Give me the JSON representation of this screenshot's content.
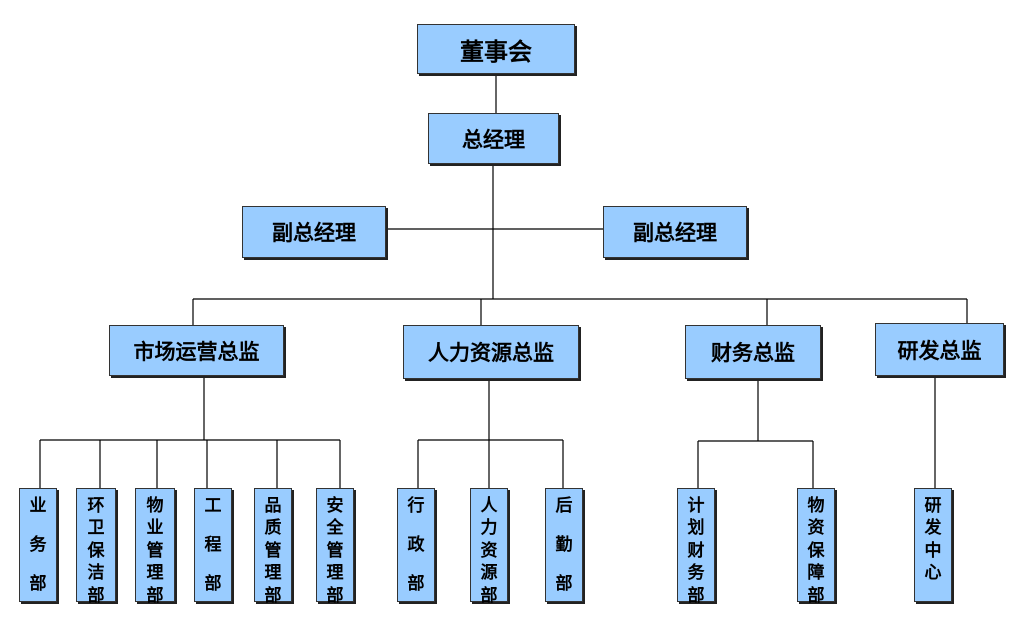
{
  "board": "董事会",
  "gm": "总经理",
  "vgm_left": "副总经理",
  "vgm_right": "副总经理",
  "directors": {
    "marketing": "市场运营总监",
    "hr": "人力资源总监",
    "finance": "财务总监",
    "rnd": "研发总监"
  },
  "departments": {
    "business": "业务部",
    "sanitation": "环卫保洁部",
    "property": "物业管理部",
    "engineering": "工程部",
    "quality": "品质管理部",
    "safety": "安全管理部",
    "admin": "行政部",
    "hr": "人力资源部",
    "logistics": "后勤部",
    "planning": "计划财务部",
    "supplies": "物资保障部",
    "rnd_center": "研发中心"
  }
}
